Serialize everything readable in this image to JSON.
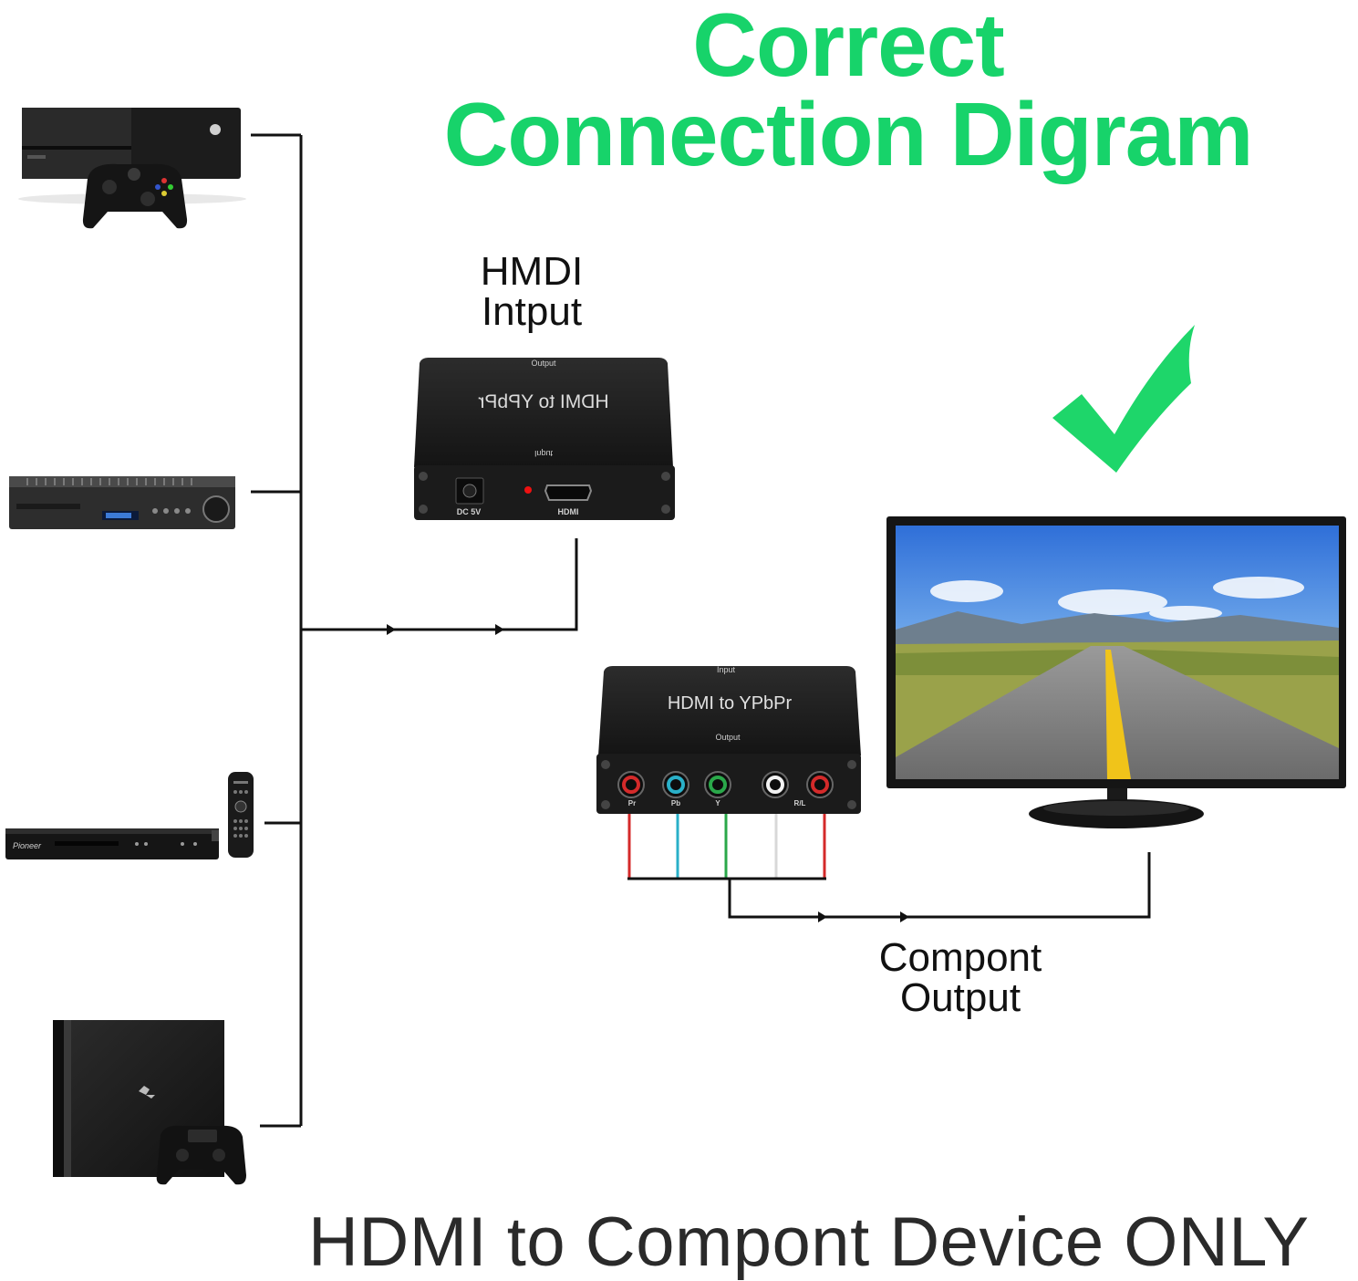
{
  "title": {
    "line1": "Correct",
    "line2": "Connection Digram"
  },
  "input_label": {
    "line1": "HMDI",
    "line2": "Intput"
  },
  "output_label": {
    "line1": "Compont",
    "line2": "Output"
  },
  "footer": "HDMI to Compont Device ONLY",
  "converter_top": {
    "name": "HDMI to YPbPr",
    "top_caption": "Output",
    "bottom_caption": "Input",
    "port_dc": "DC 5V",
    "port_hdmi": "HDMI"
  },
  "converter_bottom": {
    "name": "HDMI to YPbPr",
    "top_caption": "Input",
    "bottom_caption": "Output",
    "ports": [
      "Pr",
      "Pb",
      "Y",
      "",
      "R/L"
    ]
  },
  "dvd_brand": "Pioneer",
  "colors": {
    "title_green": "#17d36a",
    "check_green": "#1ed66a",
    "wire_red": "#d42a2a",
    "wire_blue": "#2ab0c8",
    "wire_green": "#2aa84a"
  }
}
